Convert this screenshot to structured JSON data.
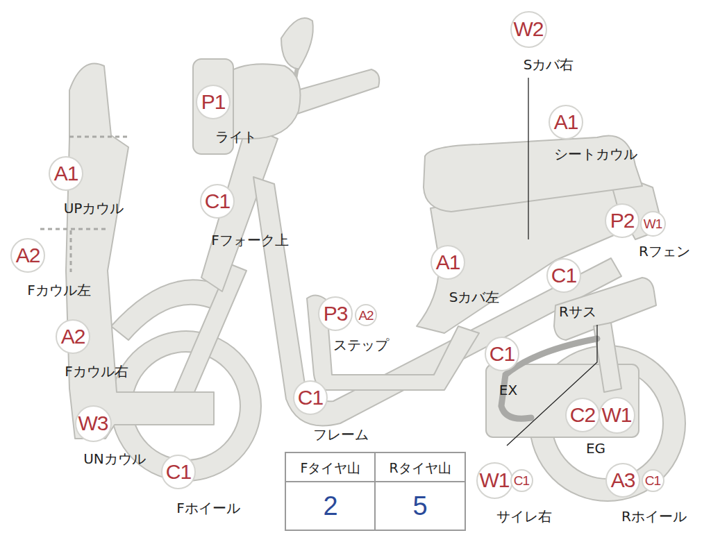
{
  "diagram": {
    "nodes": [
      {
        "text": [
          "W2"
        ]
      },
      {
        "text": [
          "P1"
        ]
      },
      {
        "text": [
          "A1"
        ]
      },
      {
        "text": [
          "A1"
        ]
      },
      {
        "text": [
          "C1"
        ]
      },
      {
        "text": [
          "P2"
        ]
      },
      {
        "text": [
          "W1"
        ]
      },
      {
        "text": [
          "A2"
        ]
      },
      {
        "text": [
          "A1"
        ]
      },
      {
        "text": [
          "C1"
        ]
      },
      {
        "text": [
          "P3"
        ]
      },
      {
        "text": [
          "A2"
        ]
      },
      {
        "text": [
          "A2"
        ]
      },
      {
        "text": [
          "C1"
        ]
      },
      {
        "text": [
          "C1"
        ]
      },
      {
        "text": [
          "C2"
        ]
      },
      {
        "text": [
          "W1"
        ]
      },
      {
        "text": [
          "W3"
        ]
      },
      {
        "text": [
          "C1"
        ]
      },
      {
        "text": [
          "W1"
        ]
      },
      {
        "text": [
          "C1"
        ]
      },
      {
        "text": [
          "A3"
        ]
      },
      {
        "text": [
          "C1"
        ]
      }
    ],
    "labels": [
      "Sカバ右",
      "ライト",
      "シートカウル",
      "UPカウル",
      "Fフォーク上",
      "Rフェン",
      "Fカウル左",
      "Sカバ左",
      "Rサス",
      "ステップ",
      "Fカウル右",
      "EX",
      "フレーム",
      "EG",
      "UNカウル",
      "Fホイール",
      "サイレ右",
      "Rホイール",
      "Fタイヤ山",
      "Rタイヤ山",
      "2",
      "5"
    ]
  }
}
